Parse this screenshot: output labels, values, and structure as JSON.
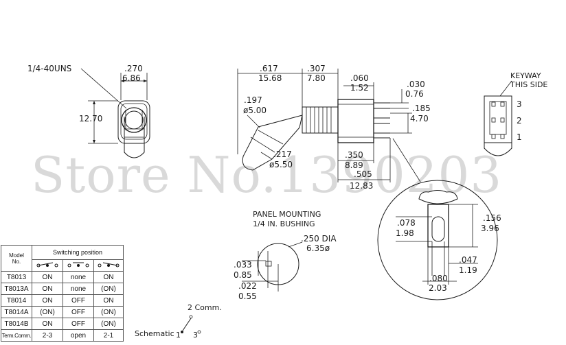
{
  "watermark": "Store No.1390203",
  "front_view": {
    "thread_label": "1/4-40UNS",
    "width_in": ".270",
    "width_mm": "6.86",
    "height_mm": "12.70"
  },
  "side_view": {
    "d1_in": ".617",
    "d1_mm": "15.68",
    "d2_in": ".307",
    "d2_mm": "7.80",
    "d3_in": ".060",
    "d3_mm": "1.52",
    "d4_in": ".030",
    "d4_mm": "0.76",
    "d5_in": ".185",
    "d5_mm": "4.70",
    "d6_in": ".197",
    "d6_mm": "ø5.00",
    "d7_in": ".217",
    "d7_mm": "ø5.50",
    "d8_in": ".350",
    "d8_mm": "8.89",
    "d9_in": ".505",
    "d9_mm": "12.83"
  },
  "keyway_view": {
    "label_line1": "KEYWAY",
    "label_line2": "THIS SIDE",
    "pin1": "1",
    "pin2": "2",
    "pin3": "3"
  },
  "panel_mounting": {
    "title_line1": "PANEL MOUNTING",
    "title_line2": "1/4 IN. BUSHING",
    "dia_in": ".250 DIA",
    "dia_mm": "6.35ø",
    "k1_in": ".033",
    "k1_mm": "0.85",
    "k2_in": ".022",
    "k2_mm": "0.55"
  },
  "detail_view": {
    "a_in": ".156",
    "a_mm": "3.96",
    "b_in": ".078",
    "b_mm": "1.98",
    "c_in": ".047",
    "c_mm": "1.19",
    "e_in": ".080",
    "e_mm": "2.03"
  },
  "schematic": {
    "label": "Schematic",
    "comm": "2 Comm.",
    "t1": "1",
    "t3": "3"
  },
  "table": {
    "header_model_1": "Model",
    "header_model_2": "No.",
    "header_switching": "Switching position",
    "rows": [
      [
        "T8013",
        "ON",
        "none",
        "ON"
      ],
      [
        "T8013A",
        "ON",
        "none",
        "(ON)"
      ],
      [
        "T8014",
        "ON",
        "OFF",
        "ON"
      ],
      [
        "T8014A",
        "(ON)",
        "OFF",
        "(ON)"
      ],
      [
        "T8014B",
        "ON",
        "OFF",
        "(ON)"
      ],
      [
        "Term.Comm.",
        "2-3",
        "open",
        "2-1"
      ]
    ]
  }
}
